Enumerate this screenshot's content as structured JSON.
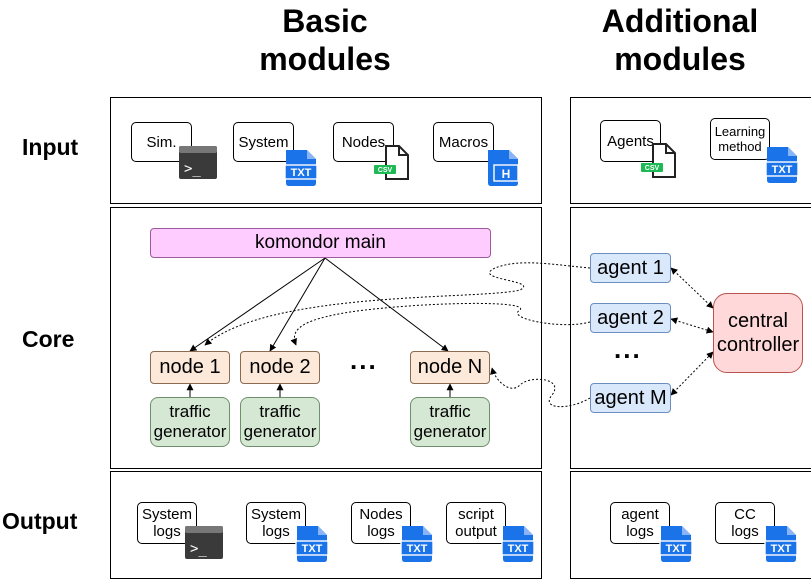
{
  "columns": {
    "basic": "Basic\nmodules",
    "additional": "Additional\nmodules"
  },
  "rows": {
    "input": "Input",
    "core": "Core",
    "output": "Output"
  },
  "input_basic": {
    "sim": "Sim.",
    "system": "System",
    "nodes": "Nodes",
    "macros": "Macros"
  },
  "input_additional": {
    "agents": "Agents",
    "learning": "Learning\nmethod"
  },
  "core_basic": {
    "main": "komondor main",
    "nodes": [
      "node 1",
      "node 2",
      "node N"
    ],
    "dots": "...",
    "traffic": [
      "traffic\ngenerator",
      "traffic\ngenerator",
      "traffic\ngenerator"
    ]
  },
  "core_additional": {
    "agents": [
      "agent 1",
      "agent 2",
      "agent M"
    ],
    "dots": "...",
    "controller": "central\ncontroller"
  },
  "output_basic": {
    "system_logs_1": "System\nlogs",
    "system_logs_2": "System\nlogs",
    "nodes_logs": "Nodes\nlogs",
    "script_output": "script\noutput"
  },
  "output_additional": {
    "agent_logs": "agent\nlogs",
    "cc_logs": "CC\nlogs"
  },
  "icons": {
    "txt": "TXT",
    "csv": "CSV",
    "h": "H",
    "terminal": ">_"
  },
  "colors": {
    "doc_blue": "#1a73e8",
    "csv_green": "#1db954",
    "main": "#ffccff",
    "node": "#fce9d9",
    "traffic": "#d5e8d4",
    "agent": "#dae8fc",
    "controller": "#ffd9d9"
  }
}
